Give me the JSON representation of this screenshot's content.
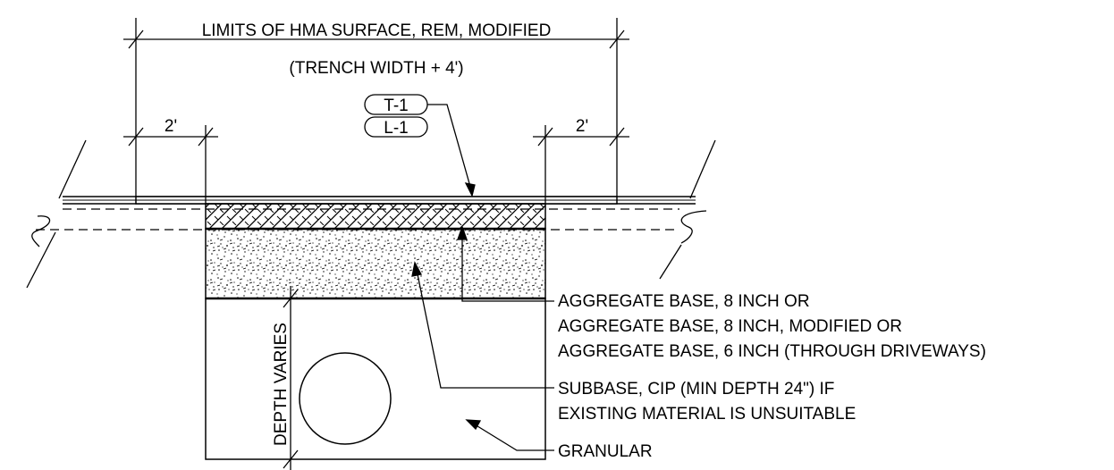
{
  "dimensions": {
    "overall_label": "LIMITS OF HMA SURFACE, REM, MODIFIED",
    "overall_sublabel": "(TRENCH WIDTH + 4')",
    "left_offset": "2'",
    "right_offset": "2'",
    "depth": "DEPTH VARIES"
  },
  "tags": {
    "top": "T-1",
    "bottom": "L-1"
  },
  "callouts": {
    "aggregate": [
      "AGGREGATE BASE, 8 INCH OR",
      "AGGREGATE BASE, 8 INCH, MODIFIED OR",
      "AGGREGATE BASE, 6 INCH (THROUGH DRIVEWAYS)"
    ],
    "subbase": [
      "SUBBASE, CIP (MIN DEPTH 24\") IF",
      "EXISTING MATERIAL IS UNSUITABLE"
    ],
    "granular": "GRANULAR"
  },
  "colors": {
    "line": "#000000",
    "background": "#ffffff"
  }
}
